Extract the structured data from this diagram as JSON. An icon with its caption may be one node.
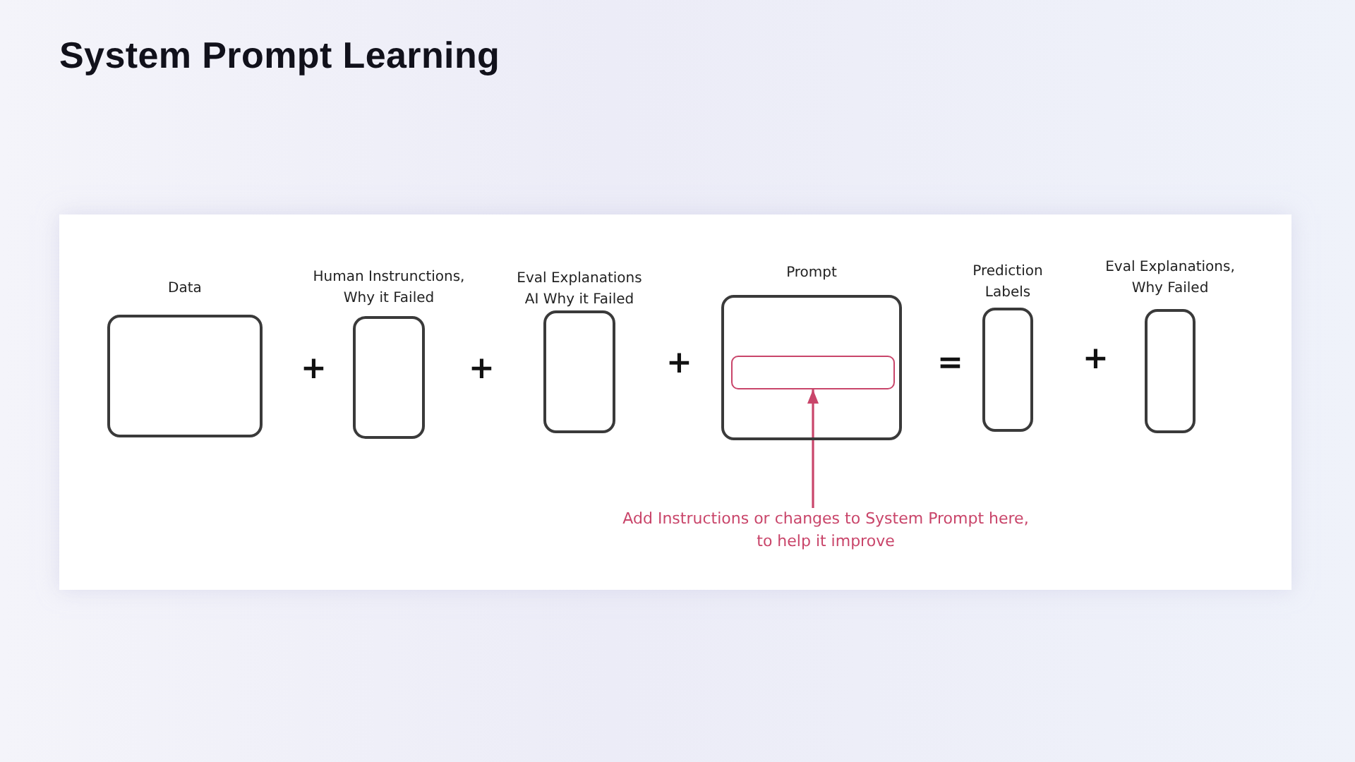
{
  "diagram": {
    "title": "System Prompt Learning",
    "nodes": [
      {
        "text": [
          "Data"
        ]
      },
      {
        "text": [
          "Human Instrunctions, Why it Failed"
        ]
      },
      {
        "text": [
          "Eval Explanations AI Why it Failed"
        ]
      },
      {
        "text": [
          "Prompt"
        ]
      },
      {
        "text": [],
        "shape": "box",
        "in": 3
      },
      {
        "text": [
          "Prediction Labels"
        ]
      },
      {
        "text": [
          "Eval Explanations, Why Failed"
        ]
      },
      {
        "text": [
          "Add Instructions or changes to System Prompt here, to help it improve"
        ]
      }
    ],
    "edges": [
      {
        "from": 7,
        "to": 4,
        "arrow": "to",
        "color": "#c9456a"
      }
    ],
    "labels": [
      "+",
      "+",
      "+",
      "=",
      "+"
    ]
  }
}
